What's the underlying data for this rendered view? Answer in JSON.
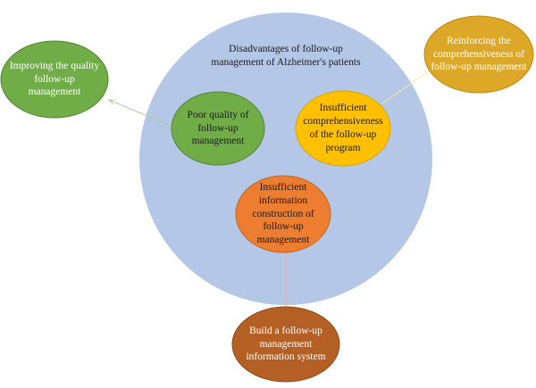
{
  "diagram": {
    "colors": {
      "central_circle": "#B4C7E7",
      "green": "#70AD47",
      "green_dark": "#548235",
      "yellow": "#FFC000",
      "gold": "#DDA827",
      "orange": "#ED7D31",
      "brown": "#B45F24",
      "green_arrow": "#A9D18E",
      "yellow_arrow": "#FFE699",
      "orange_arrow": "#F4B183"
    },
    "central": {
      "title": "Disadvantages of follow-up management of Alzheimer's patients"
    },
    "problems": {
      "quality": "Poor quality of follow-up management",
      "comprehensiveness": "Insufficient comprehensiveness of the follow-up program",
      "information": "Insufficient information construction of follow-up management"
    },
    "solutions": {
      "quality": "Improving the quality follow-up management",
      "comprehensiveness": "Reinforcing the comprehensiveness of follow-up management",
      "information": "Build a follow-up management information system"
    }
  }
}
